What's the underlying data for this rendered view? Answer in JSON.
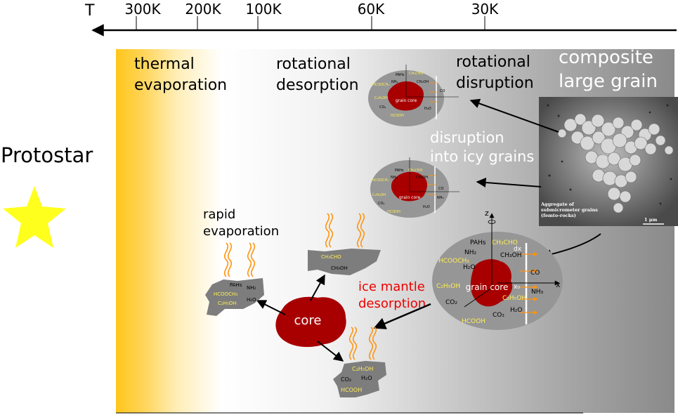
{
  "axis": {
    "label": "T",
    "ticks": [
      "300K",
      "200K",
      "100K",
      "60K",
      "30K"
    ]
  },
  "labels": {
    "protostar": "Protostar",
    "thermal_1": "thermal",
    "thermal_2": "evaporation",
    "rot_desorption_1": "rotational",
    "rot_desorption_2": "desorption",
    "rot_disruption_1": "rotational",
    "rot_disruption_2": "disruption",
    "composite_1": "composite",
    "composite_2": "large grain",
    "disrupt_icy_1": "disruption",
    "disrupt_icy_2": "into icy grains",
    "rapid_1": "rapid",
    "rapid_2": "evaporation",
    "ice_mantle_1": "ice mantle",
    "ice_mantle_2": "desorption",
    "core": "core"
  },
  "photo": {
    "caption_1": "Aggregate of",
    "caption_2": "submicrometer grains",
    "caption_3": "(femto-rocks)",
    "scale": "1 μm"
  },
  "grain": {
    "z": "z",
    "x": "x",
    "dx": "dx",
    "x0": "x₀",
    "core": "grain core",
    "pahs": "PAHs",
    "ch3cho": "CH₃CHO",
    "nh2": "NH₂",
    "ch3oh": "CH₃OH",
    "hcooch3": "HCOOCH₃",
    "h2o": "H₂O",
    "co": "CO",
    "c2h5oh": "C₂H₅OH",
    "nh3": "NH₃",
    "co2": "CO₂",
    "hcooh": "HCOOH"
  },
  "fragments": {
    "left_pahs": "PAHs",
    "left_nh2": "NH₂",
    "left_hcooch3": "HCOOCH₃",
    "left_h2o": "H₂O",
    "left_c2h5oh": "C₂H₅OH",
    "top_ch3cho": "CH₃CHO",
    "top_ch3oh": "CH₃OH",
    "bot_c2h5oh": "C₂H₅OH",
    "bot_co2": "CO₂",
    "bot_h2o": "H₂O",
    "bot_hcooh": "HCOOH"
  },
  "colors": {
    "star": "#ffff1e",
    "thermal": "#ffc61a",
    "gray_end": "#8a8a8a",
    "grain_gray": "#969696",
    "grain_core": "#a80000",
    "molecule_yellow": "#ffee55",
    "ice_red": "#ee0000",
    "wave": "#ff9410",
    "fragment": "#7d7d7d"
  }
}
